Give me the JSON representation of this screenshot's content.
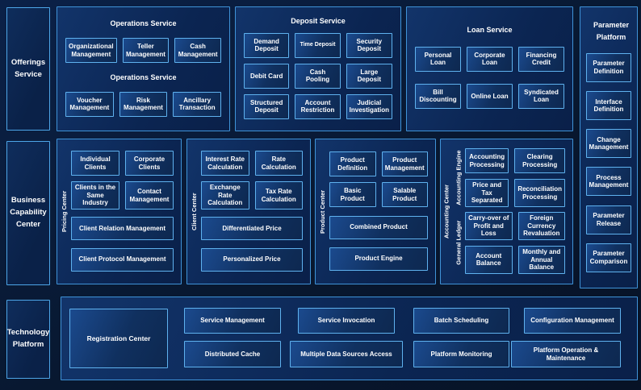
{
  "colors": {
    "page_background": "#081830",
    "panel_border": "#3f93d8",
    "box_border": "#5fb2ef",
    "box_fill": "#10305f",
    "text": "#ffffff"
  },
  "left_labels": {
    "offerings": "Offerings Service",
    "business": "Business Capability Center",
    "technology": "Technology Platform"
  },
  "operations": {
    "title": "Operations Service",
    "subtitle": "Operations Service",
    "row1": [
      "Organizational Management",
      "Teller Management",
      "Cash Management"
    ],
    "row2": [
      "Voucher Management",
      "Risk Management",
      "Ancillary Transaction"
    ]
  },
  "deposit": {
    "title": "Deposit Service",
    "cells": [
      "Demand Deposit",
      "Time Deposit",
      "Security Deposit",
      "Debit Card",
      "Cash Pooling",
      "Large Deposit",
      "Structured Deposit",
      "Account Restriction",
      "Judicial Investigation"
    ]
  },
  "loan": {
    "title": "Loan Service",
    "row1": [
      "Personal Loan",
      "Corporate Loan",
      "Financing Credit"
    ],
    "row2": [
      "Bill Discounting",
      "Online Loan",
      "Syndicated Loan"
    ]
  },
  "parameter": {
    "title": "Parameter Platform",
    "items": [
      "Parameter Definition",
      "Interface Definition",
      "Change Management",
      "Process Management",
      "Parameter Release",
      "Parameter Comparison"
    ]
  },
  "pricing_center": {
    "vlabel": "Pricing Center",
    "cells": [
      "Individual Clients",
      "Corporate Clients",
      "Clients in the Same Industry",
      "Contact Management"
    ],
    "wide": [
      "Client Relation Management",
      "Client Protocol Management"
    ]
  },
  "client_center": {
    "vlabel": "Client Center",
    "cells": [
      "Interest Rate Calculation",
      "Rate Calculation",
      "Exchange Rate Calculation",
      "Tax Rate Calculation"
    ],
    "wide": [
      "Differentiated Price",
      "Personalized Price"
    ]
  },
  "product_center": {
    "vlabel": "Product Center",
    "cells": [
      "Product Definition",
      "Product Management",
      "Basic Product",
      "Salable Product"
    ],
    "wide": [
      "Combined Product",
      "Product Engine"
    ]
  },
  "accounting_center": {
    "vlabel": "Accounting Center",
    "engine": {
      "vlabel": "Accounting Engine",
      "cells": [
        "Accounting Processing",
        "Clearing Processing",
        "Price and Tax Separated",
        "Reconciliation Processing"
      ]
    },
    "ledger": {
      "vlabel": "General Ledger",
      "cells": [
        "Carry-over of Profit and Loss",
        "Foreign Currency Revaluation",
        "Account Balance",
        "Monthly and Annual Balance"
      ]
    }
  },
  "technology": {
    "registration": "Registration Center",
    "row1": [
      "Service Management",
      "Service Invocation",
      "Batch Scheduling",
      "Configuration Management"
    ],
    "row2": [
      "Distributed Cache",
      "Multiple Data Sources Access",
      "Platform Monitoring",
      "Platform Operation & Maintenance"
    ]
  }
}
